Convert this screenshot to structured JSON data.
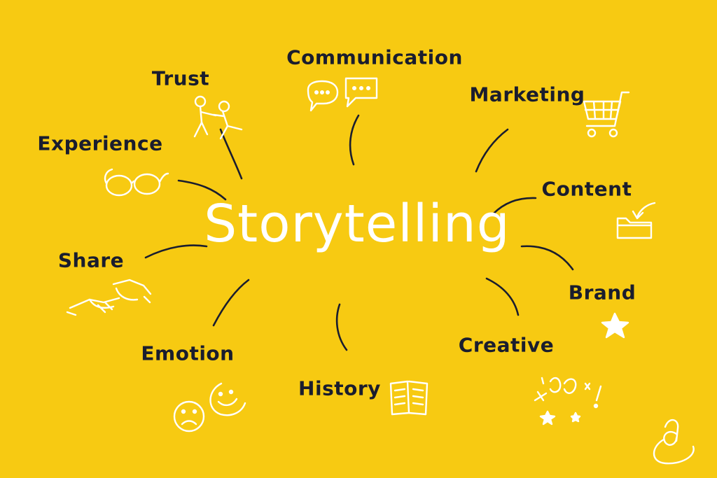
{
  "diagram": {
    "center_label": "Storytelling",
    "nodes": [
      {
        "id": "communication",
        "label": "Communication",
        "icon": "speech-bubbles-icon"
      },
      {
        "id": "trust",
        "label": "Trust",
        "icon": "stick-figures-icon"
      },
      {
        "id": "marketing",
        "label": "Marketing",
        "icon": "shopping-cart-icon"
      },
      {
        "id": "experience",
        "label": "Experience",
        "icon": "glasses-icon"
      },
      {
        "id": "content",
        "label": "Content",
        "icon": "folder-icon"
      },
      {
        "id": "share",
        "label": "Share",
        "icon": "handshake-icon"
      },
      {
        "id": "brand",
        "label": "Brand",
        "icon": "star-icon"
      },
      {
        "id": "emotion",
        "label": "Emotion",
        "icon": "faces-icon"
      },
      {
        "id": "history",
        "label": "History",
        "icon": "open-book-icon"
      },
      {
        "id": "creative",
        "label": "Creative",
        "icon": "creative-doodle-icon"
      }
    ],
    "colors": {
      "background": "#F7CA12",
      "text": "#1a1d2e",
      "icon": "#ffffff"
    }
  }
}
